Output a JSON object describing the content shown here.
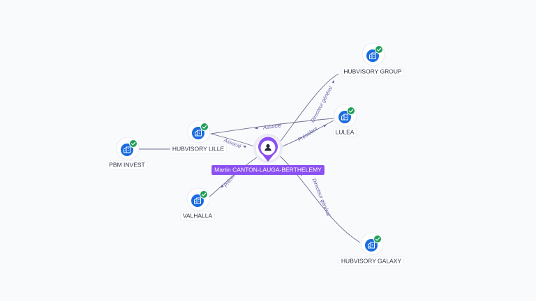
{
  "person": {
    "name": "Martin CANTON-LAUGA-BERTHELEMY",
    "icon": "person-icon"
  },
  "companies": [
    {
      "key": "hubvisory-group",
      "label": "HUBVISORY GROUP",
      "icon": "building-icon",
      "verified": true
    },
    {
      "key": "lulea",
      "label": "LULEA",
      "icon": "building-icon",
      "verified": true
    },
    {
      "key": "hubvisory-lille",
      "label": "HUBVISORY LILLE",
      "icon": "building-icon",
      "verified": true
    },
    {
      "key": "pbm-invest",
      "label": "PBM INVEST",
      "icon": "building-icon",
      "verified": true
    },
    {
      "key": "valhalla",
      "label": "VALHALLA",
      "icon": "building-icon",
      "verified": true
    },
    {
      "key": "hubvisory-galaxy",
      "label": "HUBVISORY GALAXY",
      "icon": "building-icon",
      "verified": true
    }
  ],
  "relations": [
    {
      "key": "to-group",
      "from": "person",
      "to": "hubvisory-group",
      "label": "Directeur général"
    },
    {
      "key": "to-lulea",
      "from": "person",
      "to": "lulea",
      "label": "Président"
    },
    {
      "key": "lille-lulea",
      "from": "hubvisory-lille",
      "to": "lulea",
      "label": "Associé"
    },
    {
      "key": "to-lille",
      "from": "person",
      "to": "hubvisory-lille",
      "label": "Associé"
    },
    {
      "key": "pbm-lille",
      "from": "pbm-invest",
      "to": "hubvisory-lille",
      "label": ""
    },
    {
      "key": "to-valhalla",
      "from": "person",
      "to": "valhalla",
      "label": "Président"
    },
    {
      "key": "to-galaxy",
      "from": "person",
      "to": "hubvisory-galaxy",
      "label": "Directeur général"
    }
  ],
  "colors": {
    "company_icon": "#1a6be0",
    "verified_badge": "#1e9e57",
    "person_pin": "#8b50f1",
    "person_label_bg": "#8b50f1",
    "edge": "#6e6e8f",
    "edge_label": "#6464a8"
  }
}
